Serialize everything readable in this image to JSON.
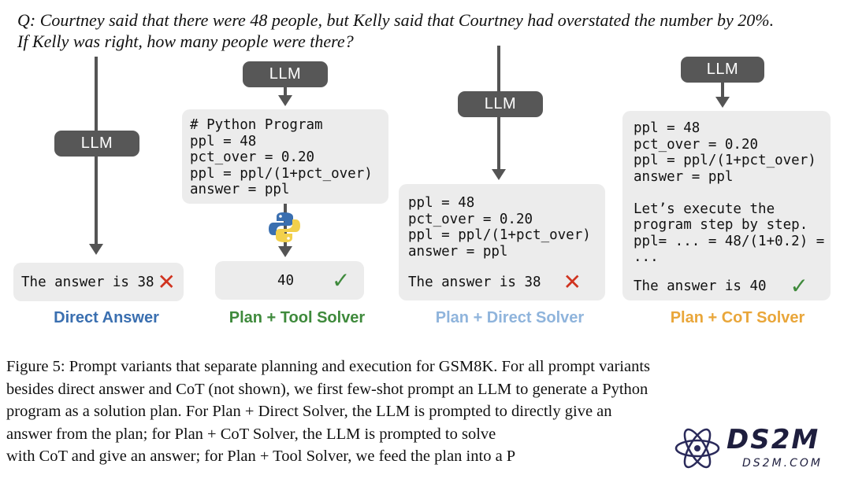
{
  "question": {
    "line1": "Q: Courtney said that there were 48 people, but Kelly said that Courtney had overstated the number by 20%.",
    "line2": "If Kelly was right, how many people were there?"
  },
  "llm_label": "LLM",
  "panels": {
    "direct": {
      "label": "Direct Answer",
      "label_color": "#3a6fb0",
      "answer_text": "The answer is 38"
    },
    "tool": {
      "label": "Plan + Tool Solver",
      "label_color": "#3f8a3c",
      "code": [
        "# Python Program",
        "ppl = 48",
        "pct_over = 0.20",
        "ppl = ppl/(1+pct_over)",
        "answer = ppl"
      ],
      "answer_text": "40"
    },
    "plan_direct": {
      "label": "Plan + Direct Solver",
      "label_color": "#8fb4dc",
      "code": [
        "ppl = 48",
        "pct_over = 0.20",
        "ppl = ppl/(1+pct_over)",
        "answer = ppl"
      ],
      "answer_text": "The answer is 38"
    },
    "cot": {
      "label": "Plan + CoT Solver",
      "label_color": "#e9a63a",
      "code": [
        "ppl = 48",
        "pct_over = 0.20",
        "ppl = ppl/(1+pct_over)",
        "answer = ppl"
      ],
      "reasoning": [
        "Let’s execute the",
        "program step by step.",
        "ppl= ... = 48/(1+0.2) =",
        "..."
      ],
      "answer_text": "The answer is 40"
    }
  },
  "caption": {
    "line1": "Figure 5: Prompt variants that separate planning and execution for GSM8K. For all prompt variants",
    "line2": "besides direct answer and CoT (not shown), we first few-shot prompt an LLM to generate a Python",
    "line3": "program as a solution plan.  For Plan + Direct Solver, the LLM is prompted to directly give an",
    "line4": "answer from the plan; for Plan + CoT Solver, the LLM is prompted to solve",
    "line5": "with CoT and give an answer; for Plan + Tool Solver, we feed the plan into a P"
  },
  "watermark": {
    "text_main": "DS2M",
    "text_sub": "DS2M.COM"
  },
  "colors": {
    "arrow": "#545454",
    "llm_box": "#575757",
    "panel_bg": "#ececec",
    "cross": "#d0331f",
    "check": "#3f8a3c"
  }
}
